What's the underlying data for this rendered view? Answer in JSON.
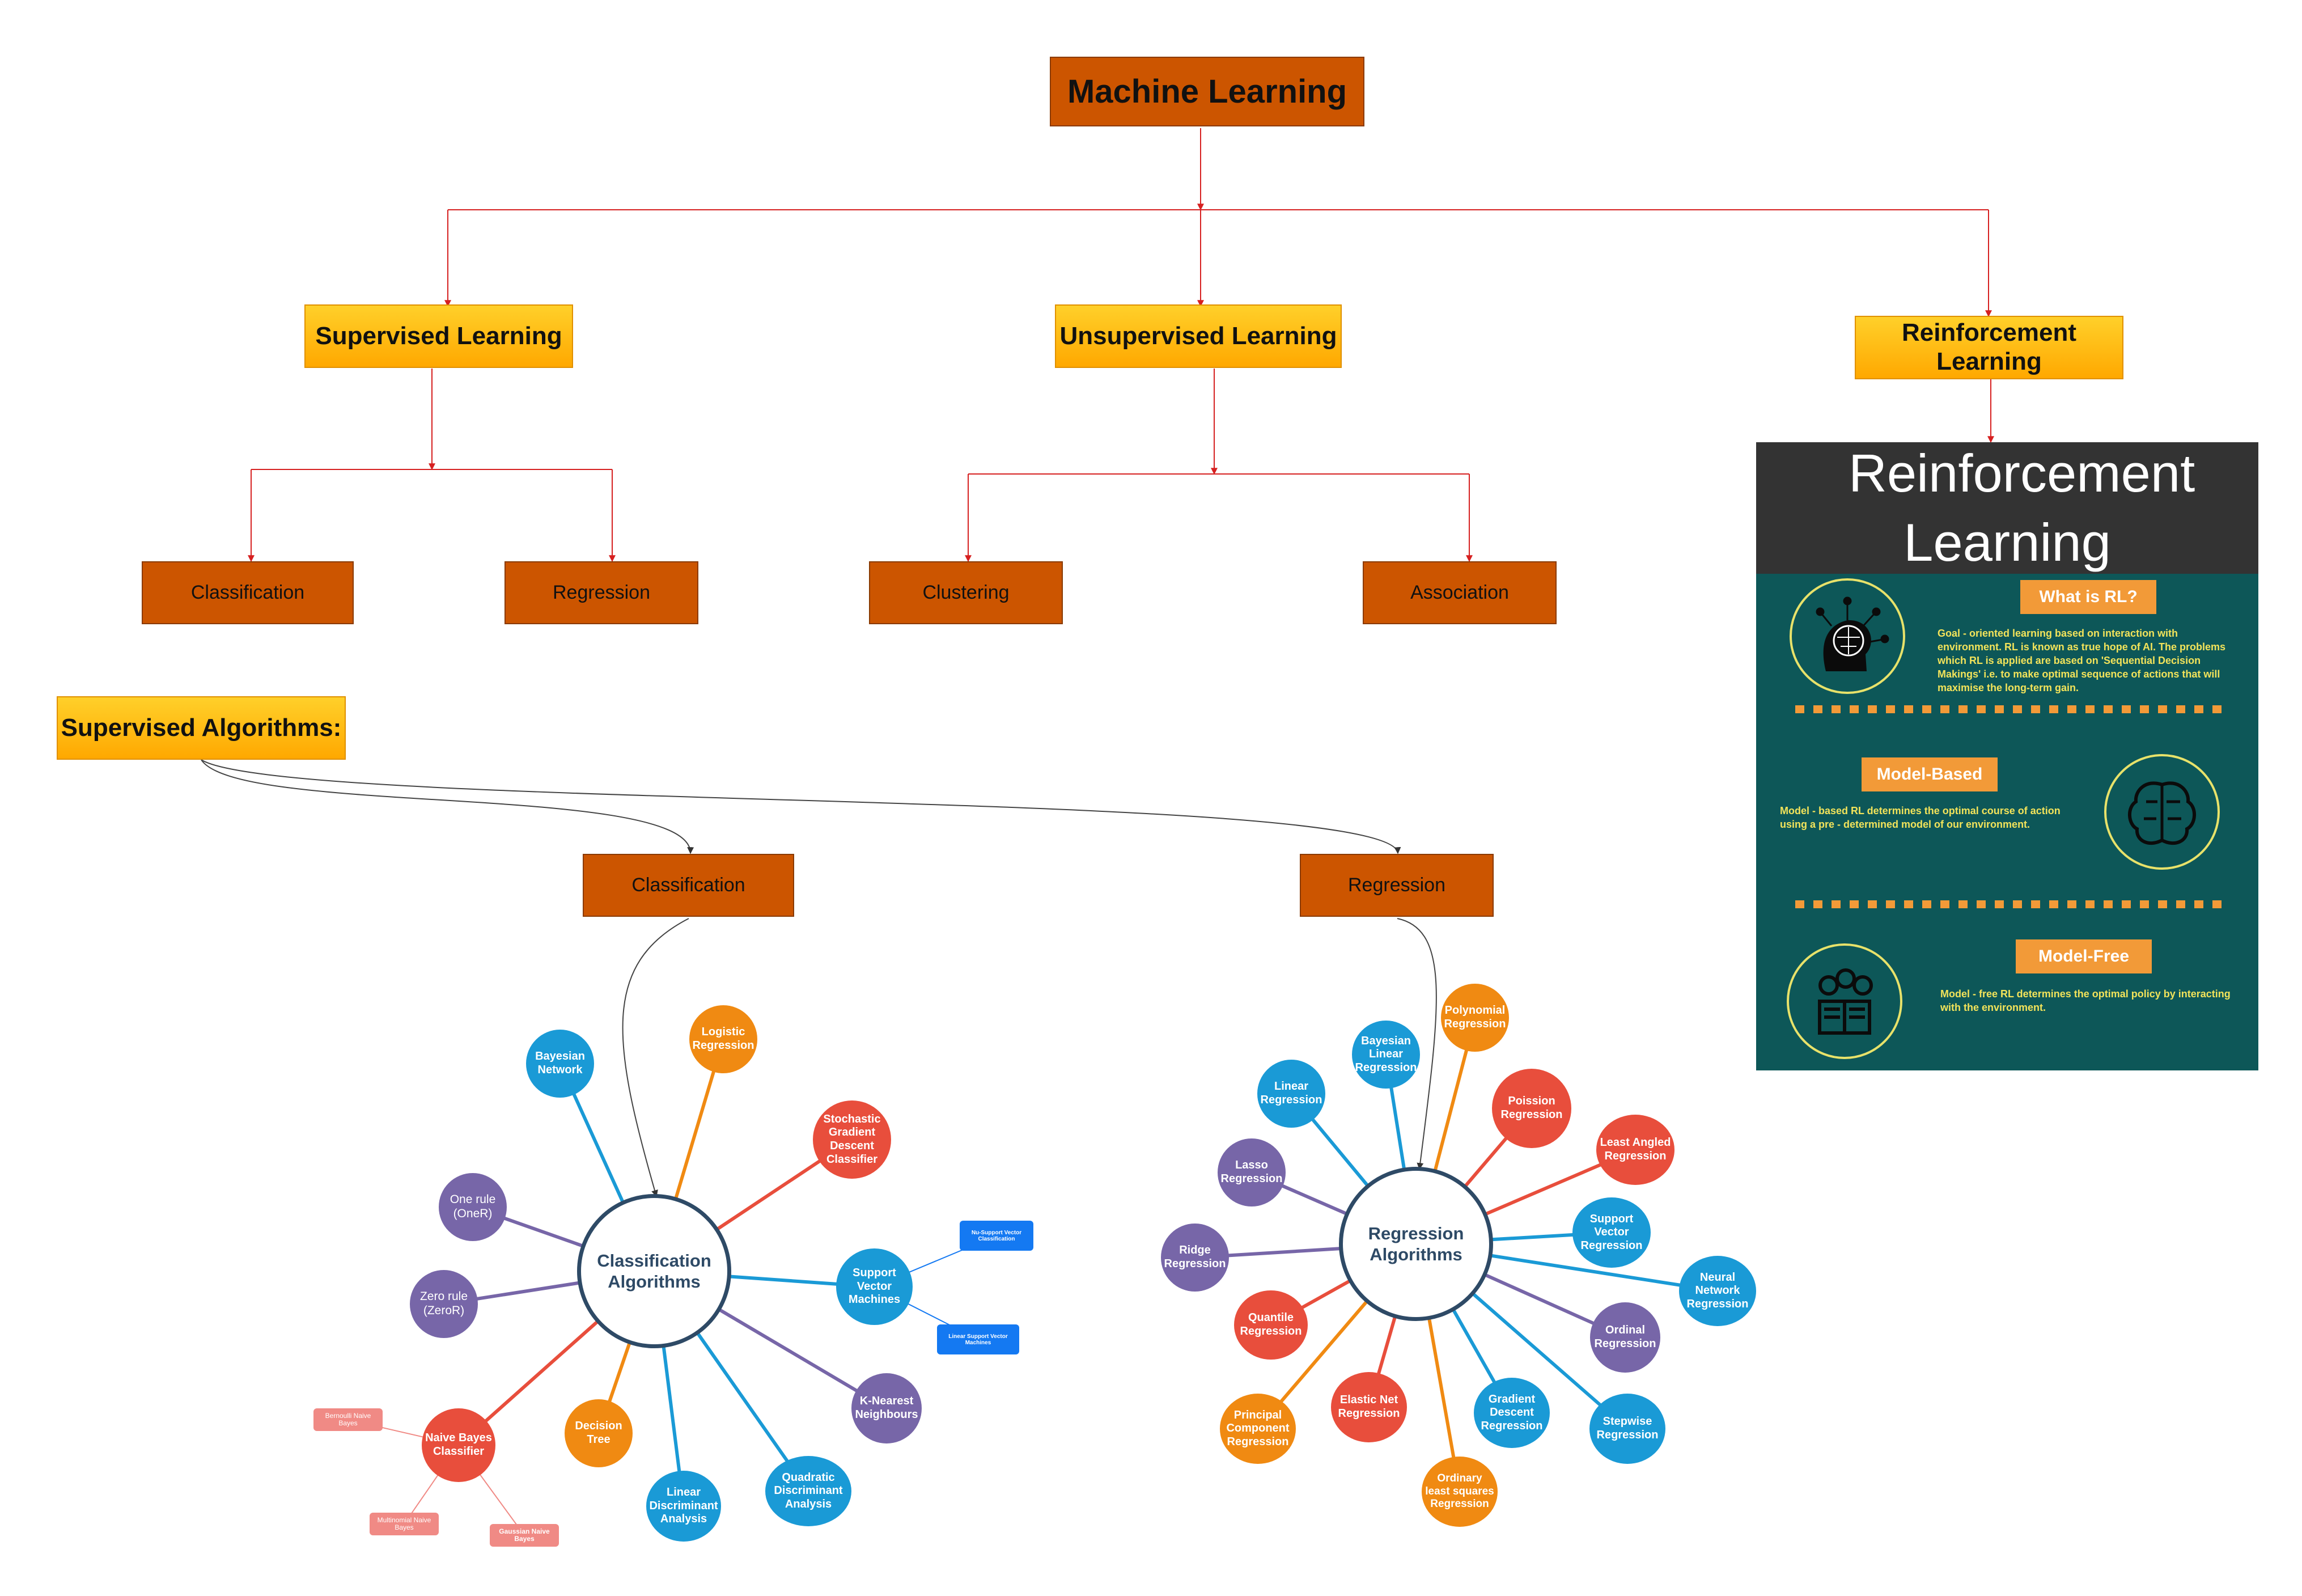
{
  "root": {
    "title": "Machine Learning"
  },
  "categories": {
    "supervised": "Supervised Learning",
    "unsupervised": "Unsupervised Learning",
    "reinforcement": "Reinforcement Learning"
  },
  "subtypes": {
    "classification": "Classification",
    "regression": "Regression",
    "clustering": "Clustering",
    "association": "Association"
  },
  "supervised_algorithms": {
    "heading": "Supervised Algorithms:",
    "classification": "Classification",
    "regression": "Regression"
  },
  "classification_hub": {
    "title": "Classification Algorithms",
    "nodes": [
      "Bayesian Network",
      "Logistic Regression",
      "Stochastic Gradient Descent Classifier",
      "One rule (OneR)",
      "Support Vector Machines",
      "Zero rule (ZeroR)",
      "K-Nearest Neighbours",
      "Naive Bayes Classifier",
      "Decision Tree",
      "Linear Discriminant Analysis",
      "Quadratic Discriminant Analysis"
    ],
    "svm_leaves": [
      "Nu-Support Vector Classification",
      "Linear Support Vector Machines"
    ],
    "nb_leaves": [
      "Bernoulli Naive Bayes",
      "Multinomial Naive Bayes",
      "Gaussian Naive Bayes"
    ]
  },
  "regression_hub": {
    "title": "Regression Algorithms",
    "nodes": [
      "Polynomial Regression",
      "Bayesian Linear Regression",
      "Linear Regression",
      "Poission Regression",
      "Lasso Regression",
      "Least Angled Regression",
      "Support Vector Regression",
      "Ridge Regression",
      "Neural Network Regression",
      "Quantile Regression",
      "Ordinal Regression",
      "Principal Component Regression",
      "Elastic Net Regression",
      "Gradient Descent Regression",
      "Stepwise Regression",
      "Ordinary least squares Regression"
    ]
  },
  "rl_infographic": {
    "title": "Reinforcement Learning",
    "what_tag": "What is RL?",
    "what_text": "Goal - oriented learning based on interaction with environment. RL is known as true hope of AI. The problems which RL is applied are based on 'Sequential Decision Makings' i.e. to make optimal sequence of actions that will maximise the long-term gain.",
    "model_based_tag": "Model-Based",
    "model_based_text": "Model - based RL determines the optimal course of action using a pre - determined model of our environment.",
    "model_free_tag": "Model-Free",
    "model_free_text": "Model - free RL determines the optimal policy by interacting with the environment."
  },
  "colors": {
    "root": "#CC5500",
    "category": "#FFB80F",
    "blue": "#1A9AD6",
    "orange": "#F08A12",
    "red": "#E84E3C",
    "purple": "#7766A8",
    "hub_border": "#2E4A66",
    "rl_panel": "#0D5758",
    "rl_header": "#333333",
    "rl_tag": "#F29A38",
    "connector": "#D62020"
  }
}
